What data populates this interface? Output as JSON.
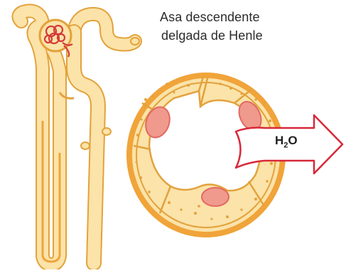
{
  "diagram": {
    "title_line_1": "Asa descendente",
    "title_line_2": "delgada de Henle",
    "arrow_label_main": "H",
    "arrow_label_sub": "2",
    "arrow_label_end": "O"
  },
  "colors": {
    "tubule_fill": "#fbe3a9",
    "tubule_outline": "#e3a23c",
    "tubule_dark": "#f0a43a",
    "nucleus_fill": "#ef9a8c",
    "nucleus_outline": "#e16a63",
    "glomerulus": "#d43a3a",
    "arrow_outline": "#d8283a",
    "lumen": "#ffffff"
  },
  "icons": [
    "nephron-illustration",
    "tubule-cross-section",
    "water-flow-arrow"
  ]
}
